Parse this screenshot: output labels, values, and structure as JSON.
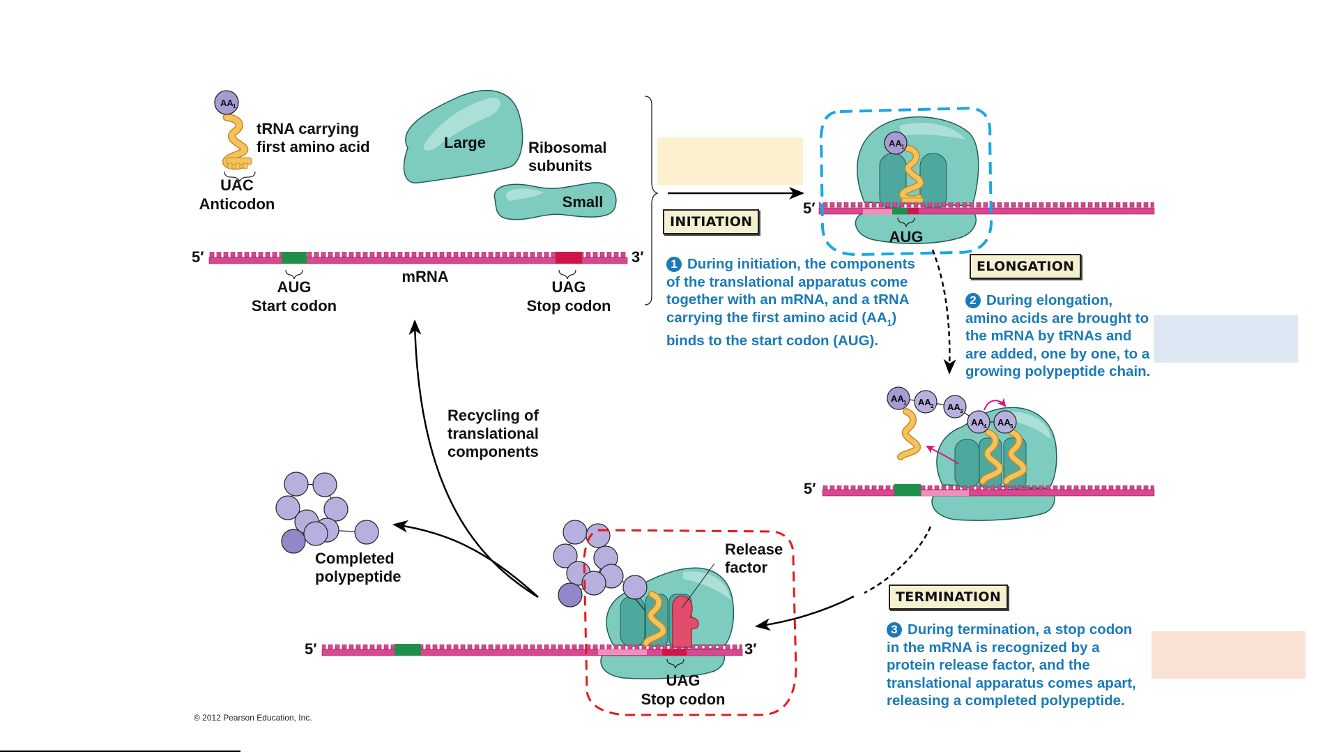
{
  "figure": {
    "copyright": "© 2012 Pearson Education, Inc.",
    "colors": {
      "mrna": "#d9478f",
      "start_codon": "#1f8f4a",
      "stop_codon": "#d01548",
      "ribosome": "#7ecbc0",
      "ribosome_dark": "#4fa89d",
      "trna": "#f5c35e",
      "amino_acid": "#b7b0de",
      "release_factor": "#e24d6c",
      "initiation_box_outline": "#1aa6e4",
      "termination_box_outline": "#e81818",
      "description_text": "#1a7ab8",
      "stage_label_bg": "#f4f0d0"
    }
  },
  "components": {
    "trna_label_line1": "tRNA carrying",
    "trna_label_line2": "first amino acid",
    "amino_acid_1": "AA",
    "amino_acid_1_sub": "1",
    "anticodon_seq": "UAC",
    "anticodon_label": "Anticodon",
    "large_subunit": "Large",
    "small_subunit": "Small",
    "ribosomal_line1": "Ribosomal",
    "ribosomal_line2": "subunits",
    "five_prime": "5′",
    "three_prime": "3′",
    "mrna_label": "mRNA",
    "start_codon_seq": "AUG",
    "start_codon_label": "Start codon",
    "stop_codon_seq": "UAG",
    "stop_codon_label": "Stop codon"
  },
  "initiation": {
    "stage_label": "INITIATION",
    "step_number": "1",
    "codon": "AUG",
    "five_prime": "5′",
    "aa": "AA",
    "aa_sub": "1",
    "description": [
      "During initiation, the components",
      "of the translational apparatus come",
      "together with an mRNA, and a tRNA",
      "carrying the first amino acid (AA",
      "binds to the start codon (AUG)."
    ],
    "description_sub": "1",
    "description_close": ")"
  },
  "elongation": {
    "stage_label": "ELONGATION",
    "step_number": "2",
    "five_prime": "5′",
    "amino_acids": [
      {
        "label": "AA",
        "sub": "1"
      },
      {
        "label": "AA",
        "sub": "2"
      },
      {
        "label": "AA",
        "sub": "3"
      },
      {
        "label": "AA",
        "sub": "4"
      },
      {
        "label": "AA",
        "sub": "5"
      }
    ],
    "description": [
      "During elongation,",
      "amino acids are brought to",
      "the mRNA by tRNAs and",
      "are added, one by one, to a",
      "growing polypeptide chain."
    ]
  },
  "termination": {
    "stage_label": "TERMINATION",
    "step_number": "3",
    "five_prime": "5′",
    "three_prime": "3′",
    "release_factor_line1": "Release",
    "release_factor_line2": "factor",
    "codon": "UAG",
    "codon_label": "Stop codon",
    "description": [
      "During termination, a stop codon",
      "in the mRNA is recognized by a",
      "protein release factor, and the",
      "translational apparatus comes apart,",
      "releasing a completed polypeptide."
    ]
  },
  "recycling": {
    "label": [
      "Recycling of",
      "translational",
      "components"
    ]
  },
  "product": {
    "label_line1": "Completed",
    "label_line2": "polypeptide"
  }
}
